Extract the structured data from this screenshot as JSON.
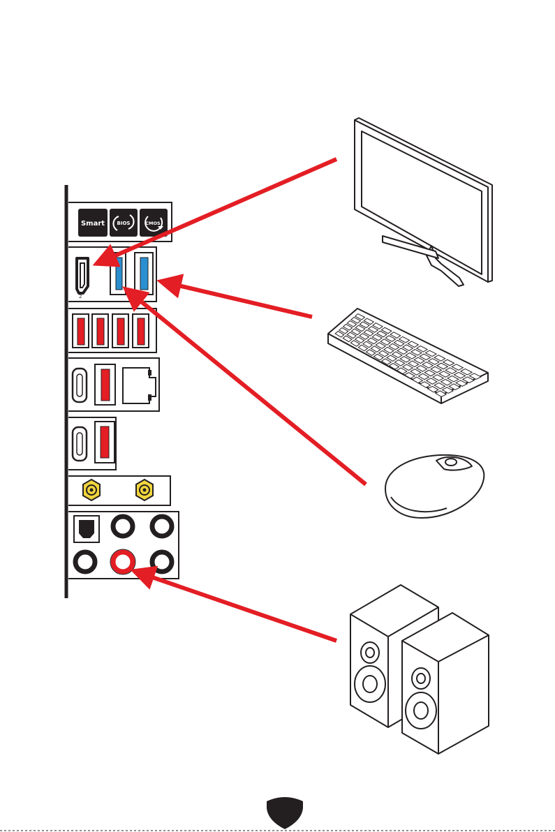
{
  "io_panel": {
    "buttons": {
      "smart_label": "Smart",
      "bios_label": "BIOS",
      "cmos_label": "CMOS"
    },
    "hdmi_number": "2"
  },
  "devices": [
    "monitor",
    "keyboard",
    "mouse",
    "speakers"
  ],
  "connections": [
    {
      "from": "monitor",
      "to": "hdmi-port"
    },
    {
      "from": "keyboard",
      "to": "usb-port-blue-right"
    },
    {
      "from": "mouse",
      "to": "usb-port-blue-left"
    },
    {
      "from": "speakers",
      "to": "audio-line-out-red"
    }
  ],
  "colors": {
    "arrow": "#e31e24",
    "usb_blue": "#2a8fd0",
    "usb_red": "#e31e24",
    "antenna_gold": "#f1d53d",
    "outline": "#231f20"
  },
  "icons": [
    "shield-logo-icon",
    "bios-refresh-icon",
    "cmos-clear-icon"
  ]
}
